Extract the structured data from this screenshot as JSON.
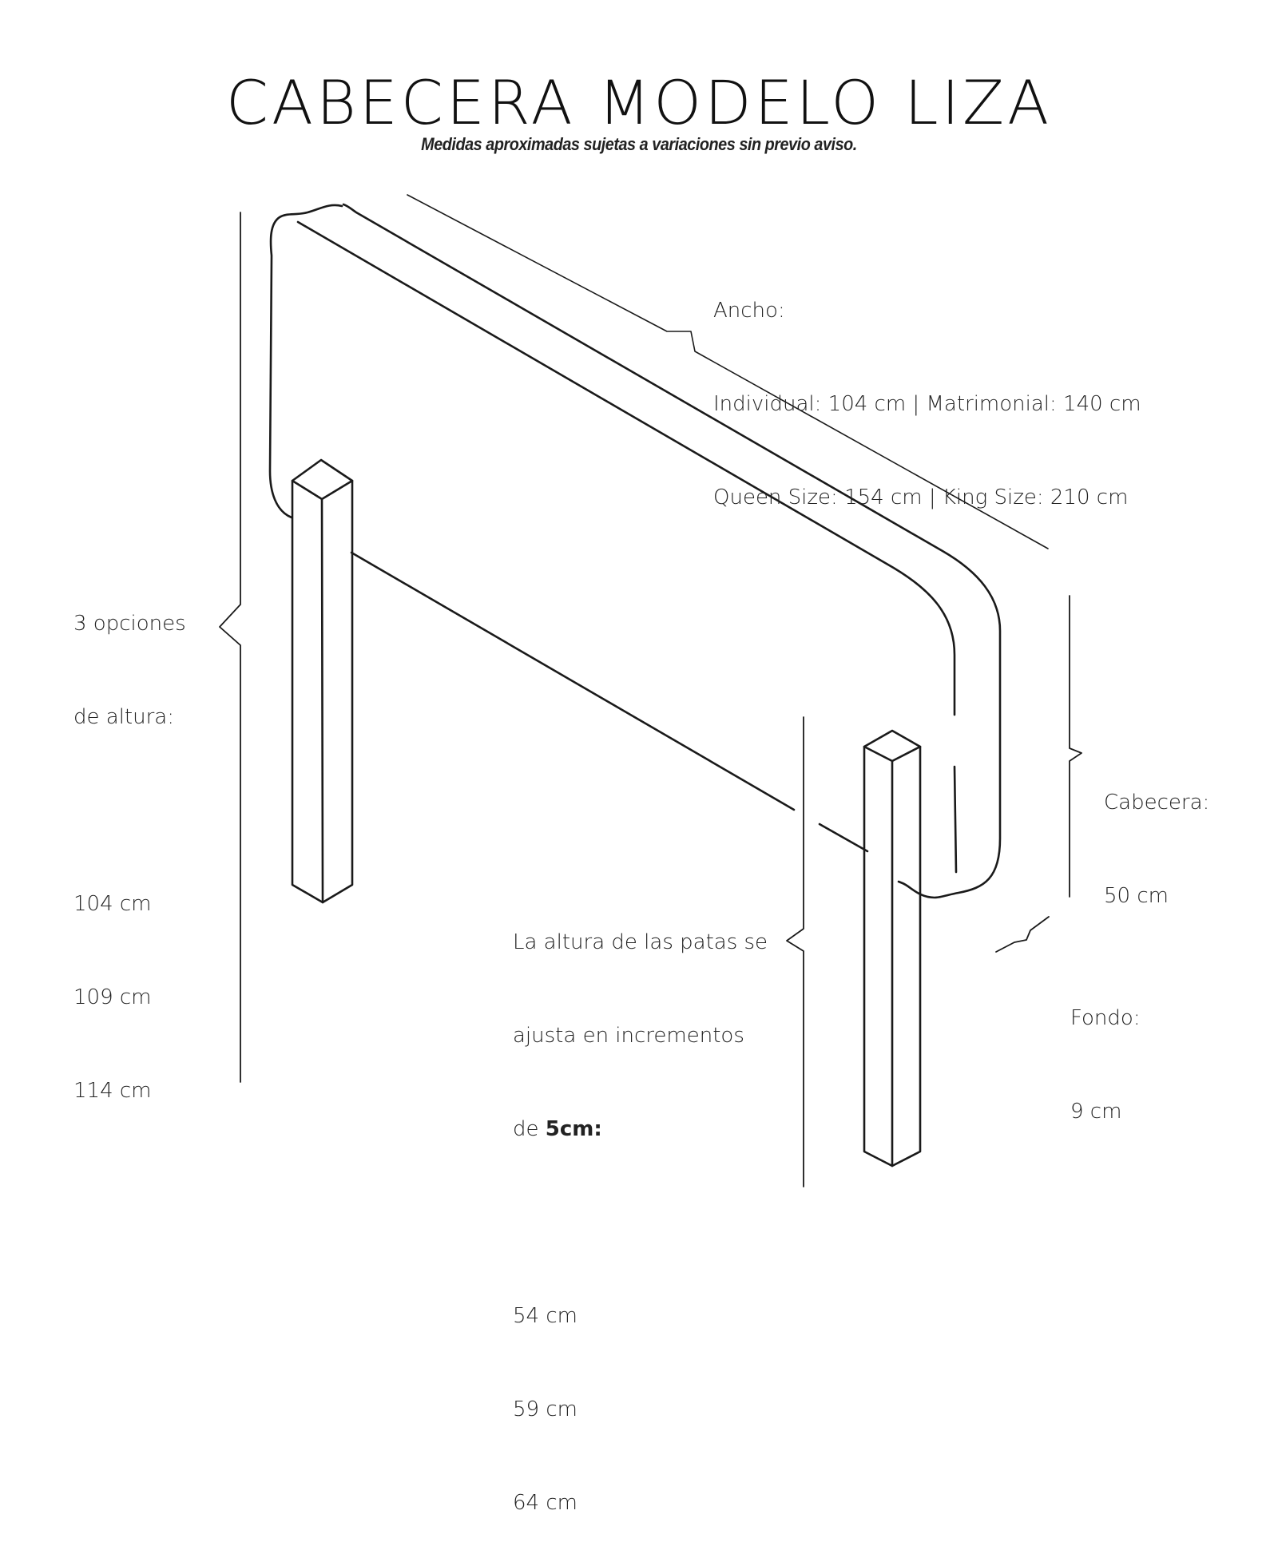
{
  "header": {
    "title": "CABECERA MODELO LIZA",
    "subtitle": "Medidas aproximadas sujetas a variaciones sin previo aviso."
  },
  "annotations": {
    "ancho": {
      "heading": "Ancho:",
      "line1": "Individual: 104 cm | Matrimonial: 140 cm",
      "line2": "Queen Size: 154 cm | King Size: 210 cm"
    },
    "altura_total": {
      "heading_line1": "3 opciones",
      "heading_line2": "de altura:",
      "options": [
        "104 cm",
        "109 cm",
        "114 cm"
      ]
    },
    "cabecera": {
      "heading": "Cabecera:",
      "value": "50 cm"
    },
    "patas": {
      "line1": "La altura de las patas se",
      "line2": "ajusta en incrementos",
      "line3_prefix": "de ",
      "line3_bold": "5cm:",
      "options": [
        "54 cm",
        "59 cm",
        "64 cm"
      ]
    },
    "fondo": {
      "heading": "Fondo:",
      "value": "9 cm"
    }
  },
  "colors": {
    "background": "#ffffff",
    "stroke": "#1a1a1a"
  }
}
